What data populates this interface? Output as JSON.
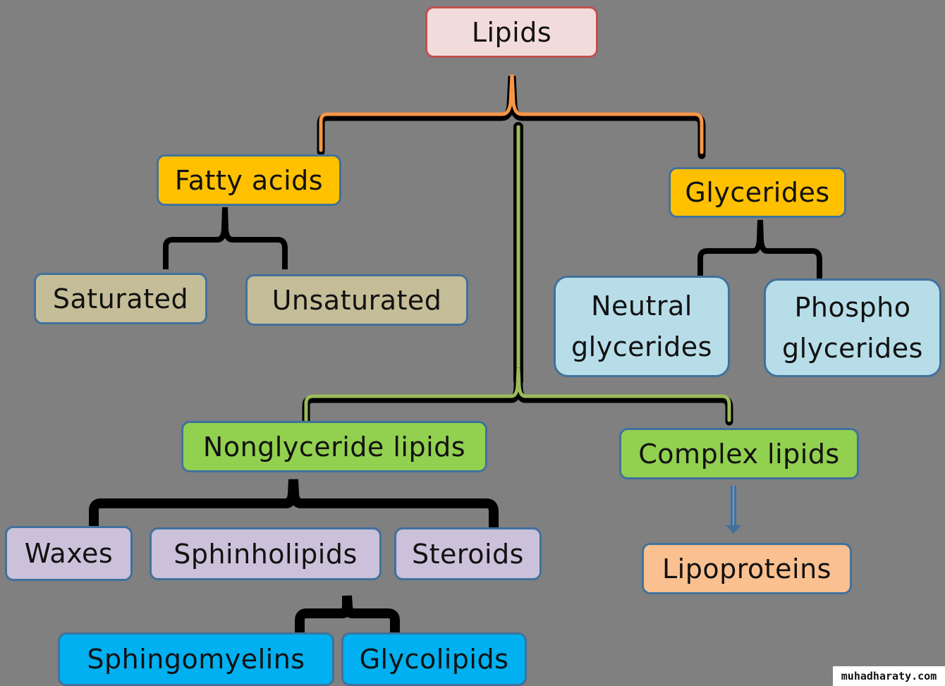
{
  "title": "Lipids",
  "nodes": {
    "lipids": "Lipids",
    "fatty_acids": "Fatty acids",
    "glycerides": "Glycerides",
    "saturated": "Saturated",
    "unsaturated": "Unsaturated",
    "neutral_glycerides": "Neutral glycerides",
    "phospho_glycerides": "Phospho glycerides",
    "nonglyceride_lipids": "Nonglyceride lipids",
    "complex_lipids": "Complex lipids",
    "waxes": "Waxes",
    "sphinholipids": "Sphinholipids",
    "steroids": "Steroids",
    "sphingomyelins": "Sphingomyelins",
    "glycolipids": "Glycolipids",
    "lipoproteins": "Lipoproteins"
  },
  "edges": [
    [
      "lipids",
      "fatty_acids"
    ],
    [
      "lipids",
      "glycerides"
    ],
    [
      "lipids",
      "nonglyceride_lipids"
    ],
    [
      "lipids",
      "complex_lipids"
    ],
    [
      "fatty_acids",
      "saturated"
    ],
    [
      "fatty_acids",
      "unsaturated"
    ],
    [
      "glycerides",
      "neutral_glycerides"
    ],
    [
      "glycerides",
      "phospho_glycerides"
    ],
    [
      "nonglyceride_lipids",
      "waxes"
    ],
    [
      "nonglyceride_lipids",
      "sphinholipids"
    ],
    [
      "nonglyceride_lipids",
      "steroids"
    ],
    [
      "sphinholipids",
      "sphingomyelins"
    ],
    [
      "sphinholipids",
      "glycolipids"
    ],
    [
      "complex_lipids",
      "lipoproteins"
    ]
  ],
  "colors": {
    "background": "#808080",
    "root_fill": "#f2dcdb",
    "root_border": "#c0504d",
    "level1_fill": "#ffc000",
    "fatty_sub_fill": "#c4bd97",
    "glyceride_sub_fill": "#b7dde8",
    "level2_fill": "#92d050",
    "nonglyceride_sub_fill": "#ccc1da",
    "sphingo_sub_fill": "#00b0f0",
    "lipoprotein_fill": "#fac090",
    "box_border": "#41719c",
    "orange_bracket": "#f79646",
    "green_bracket": "#9bbb59"
  },
  "watermark": "muhadharaty.com"
}
